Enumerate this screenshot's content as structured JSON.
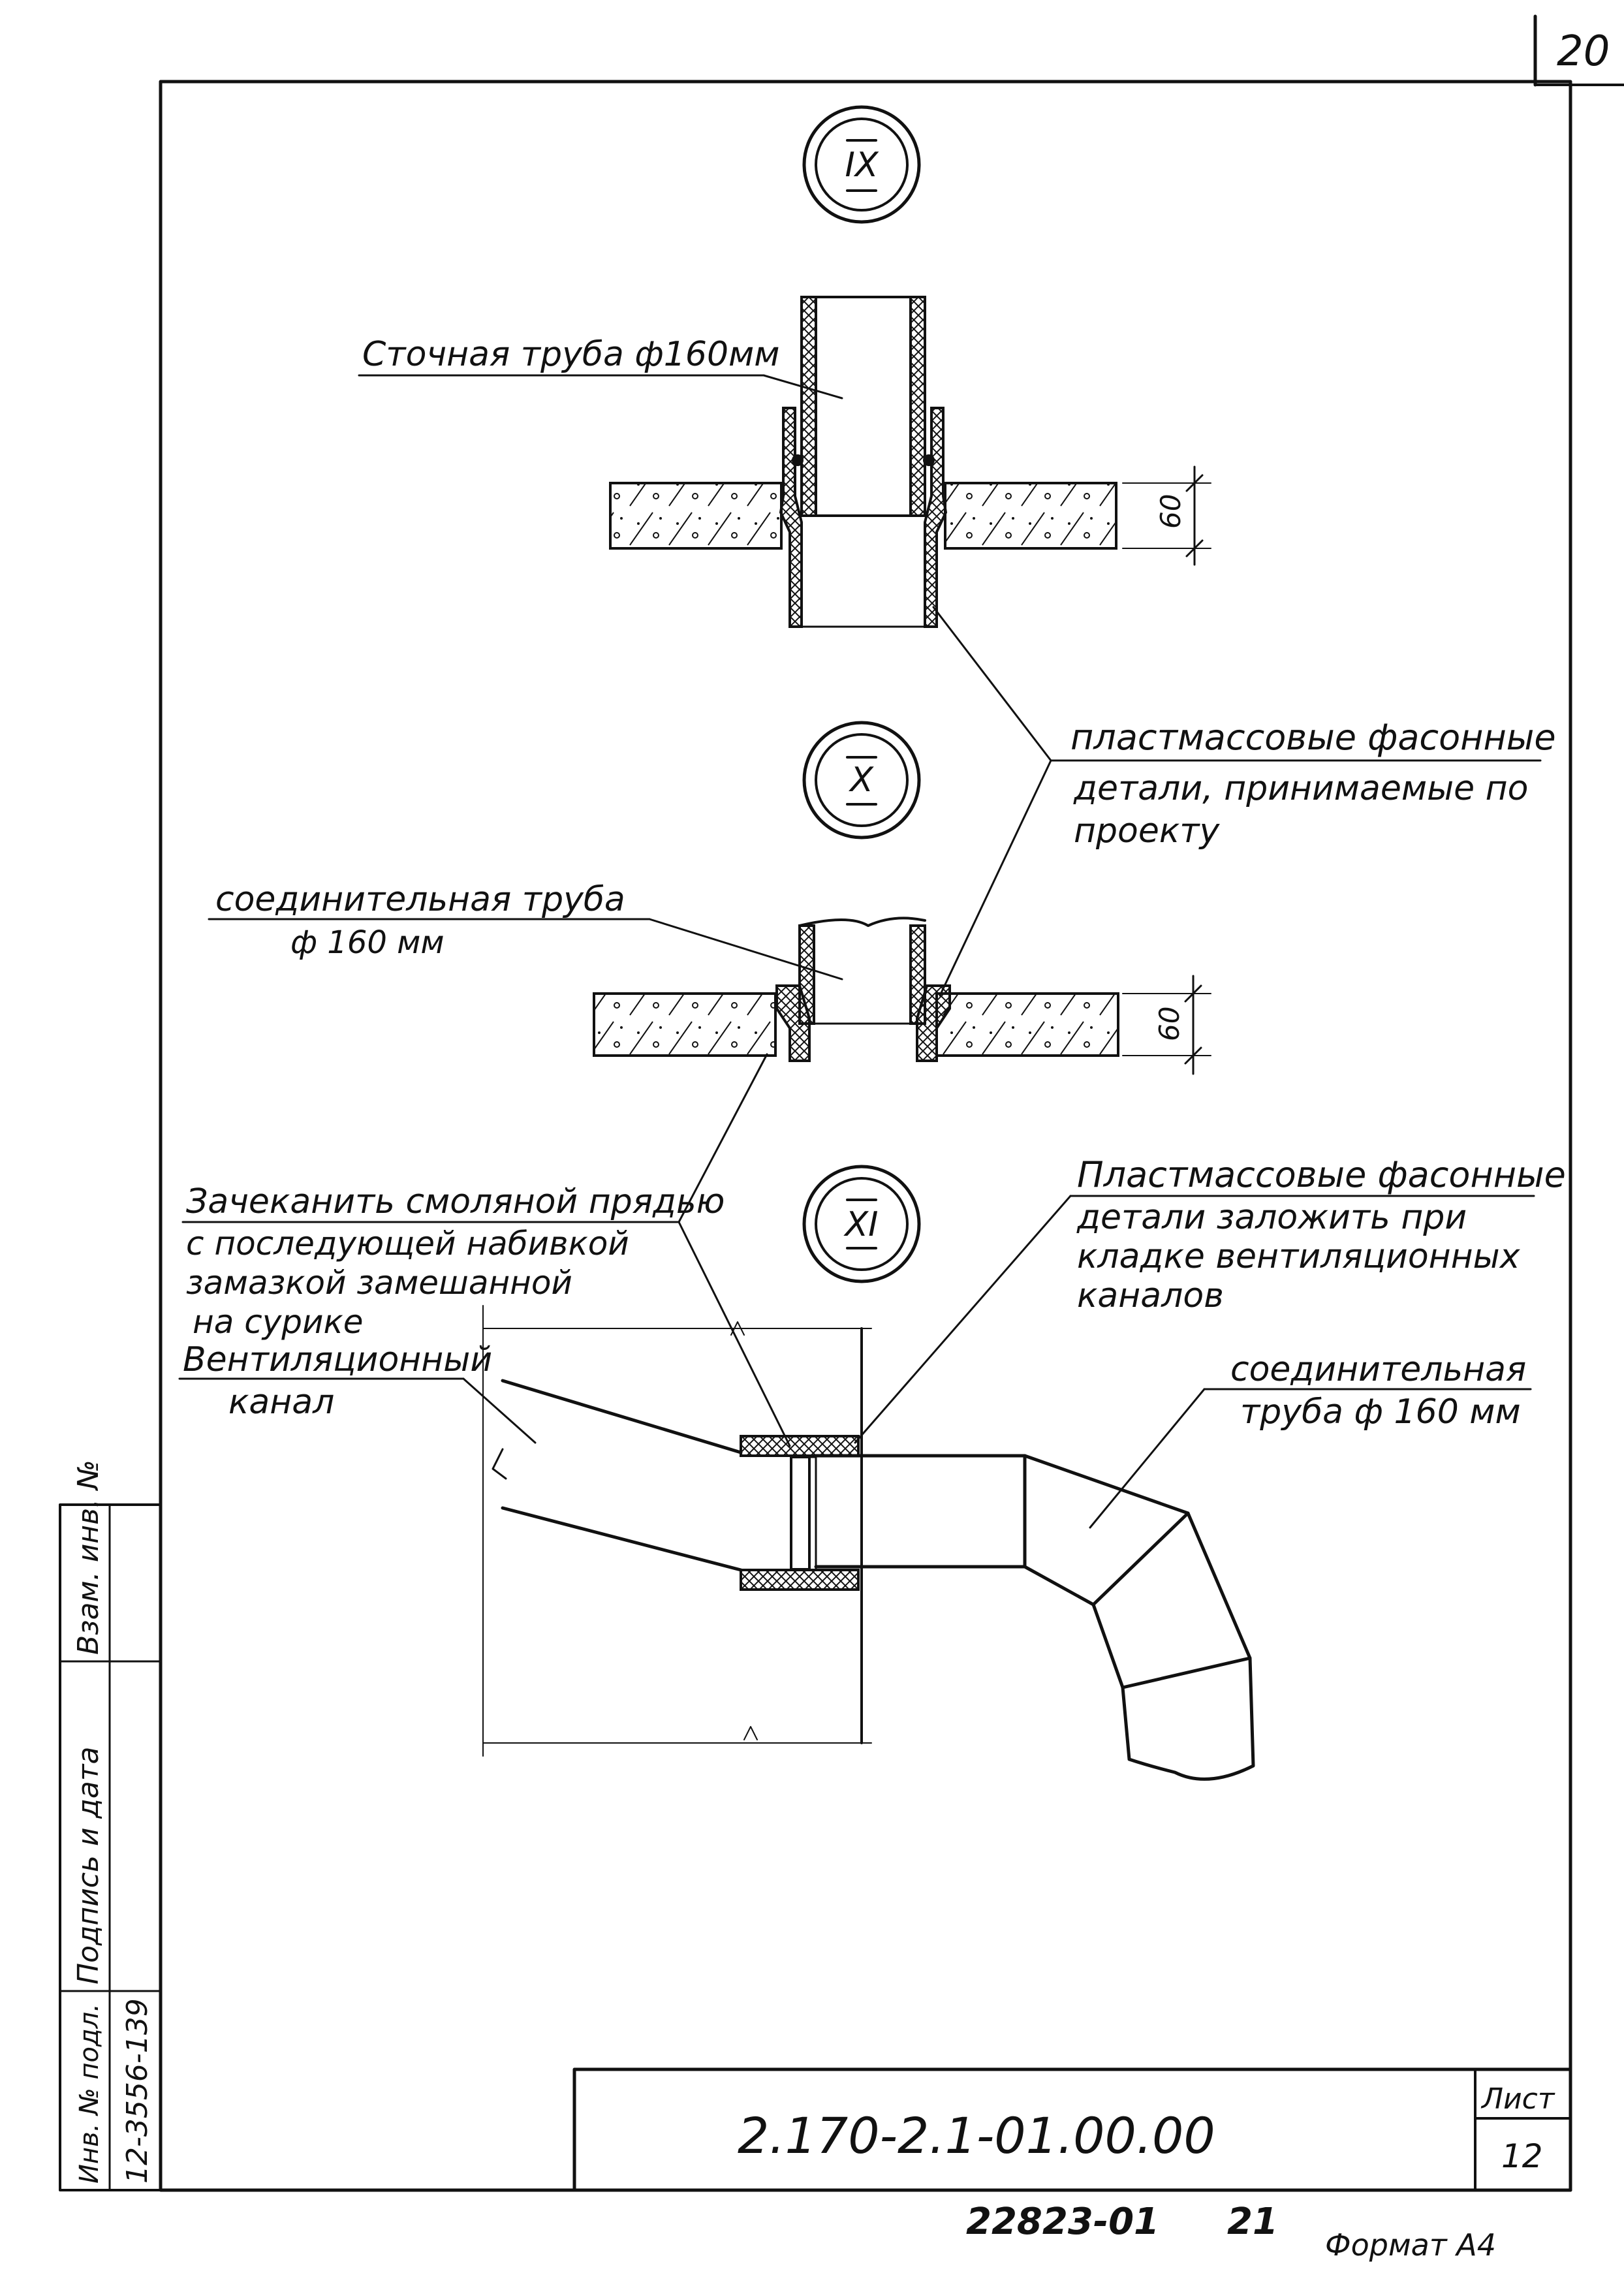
{
  "page_number": "20",
  "details": [
    {
      "id": "IX"
    },
    {
      "id": "X"
    },
    {
      "id": "XI"
    }
  ],
  "labels": {
    "sewer_pipe": "Сточная труба ф160мм",
    "plastic_parts_line1": "пластмассовые фасонные",
    "plastic_parts_line2": "детали, принимаемые по",
    "plastic_parts_line3": "проекту",
    "connecting_pipe_1_line1": "соединительная труба",
    "connecting_pipe_1_line2": "ф 160 мм",
    "caulk_line1": "Зачеканить смоляной прядью",
    "caulk_line2": "с последующей набивкой",
    "caulk_line3": "замазкой замешанной",
    "caulk_line4": "на сурике",
    "plastic_parts_2_line1": "Пластмассовые фасонные",
    "plastic_parts_2_line2": "детали заложить при",
    "plastic_parts_2_line3": "кладке вентиляционных",
    "plastic_parts_2_line4": "каналов",
    "vent_channel_line1": "Вентиляционный",
    "vent_channel_line2": "канал",
    "connecting_pipe_2_line1": "соединительная",
    "connecting_pipe_2_line2": "труба ф 160 мм"
  },
  "dimensions": {
    "slab_ix": "60",
    "slab_x": "60"
  },
  "side_stamp": {
    "inv_no_label": "Инв. № подл.",
    "inv_no_value": "12-3556-139",
    "signature_date": "Подпись и дата",
    "replace_inv": "Взам. инв. №"
  },
  "title_block": {
    "designation": "2.170-2.1-01.00.00",
    "sheet_label": "Лист",
    "sheet_number": "12"
  },
  "footer": {
    "code": "22823-01",
    "number": "21",
    "format": "Формат А4"
  }
}
